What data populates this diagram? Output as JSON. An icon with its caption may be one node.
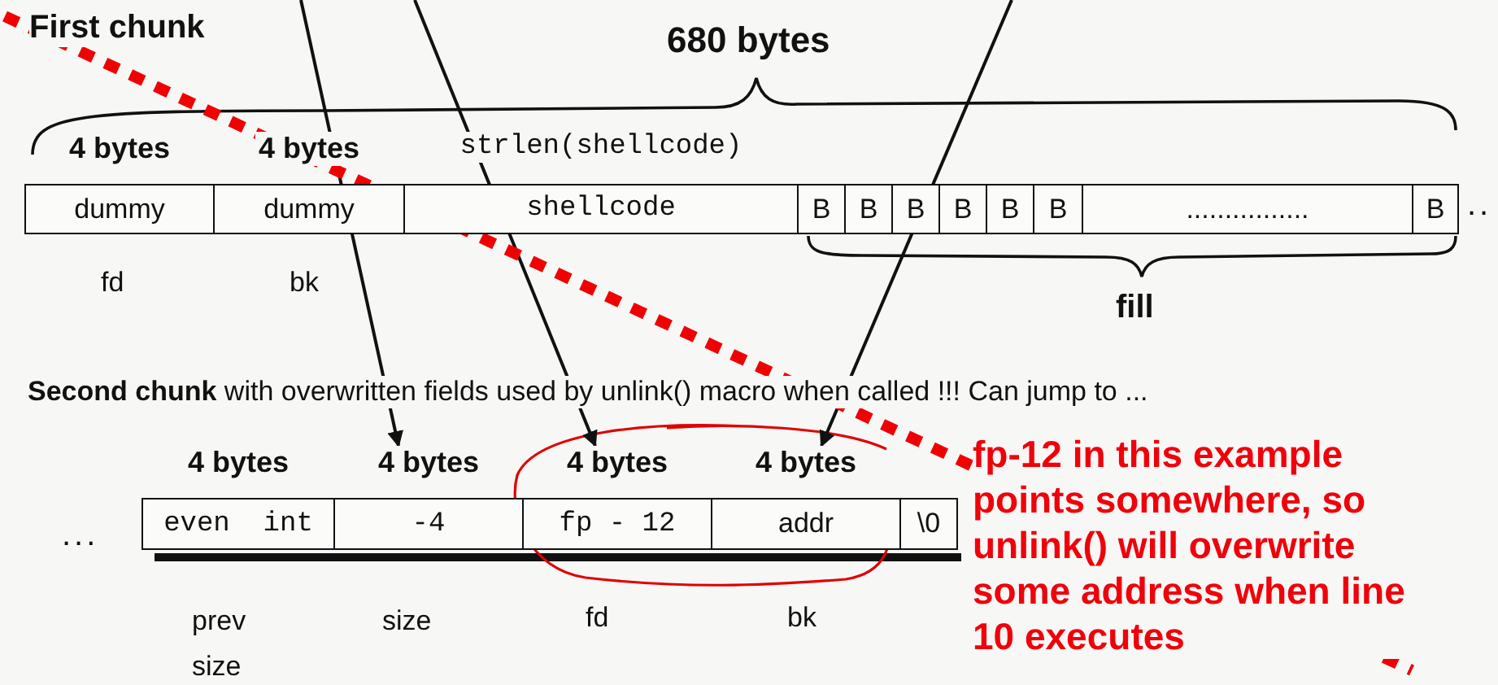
{
  "diagram": {
    "nodes": [
      {
        "text": [
          "4 bytes",
          "dummy"
        ],
        "beside": [
          "fd"
        ]
      },
      {
        "text": [
          "4 bytes",
          "dummy"
        ],
        "beside": [
          "bk"
        ]
      },
      {
        "text": [
          "strlen(shellcode)",
          "shellcode"
        ]
      },
      {
        "text": [
          "B"
        ]
      },
      {
        "text": [
          "B"
        ]
      },
      {
        "text": [
          "B"
        ]
      },
      {
        "text": [
          "B"
        ]
      },
      {
        "text": [
          "B"
        ]
      },
      {
        "text": [
          "B"
        ]
      },
      {
        "text": [
          "................"
        ]
      },
      {
        "text": [
          "B"
        ]
      },
      {
        "text": [
          "4 bytes",
          "even  int"
        ],
        "beside": [
          "prev size"
        ]
      },
      {
        "text": [
          "4 bytes",
          "-4"
        ],
        "beside": [
          "size"
        ]
      },
      {
        "text": [
          "4 bytes",
          "fp - 12"
        ],
        "beside": [
          "fd"
        ]
      },
      {
        "text": [
          "4 bytes",
          "addr"
        ],
        "beside": [
          "bk"
        ]
      },
      {
        "text": [
          "\\0"
        ]
      }
    ],
    "edges": [
      {
        "from": null,
        "to": 12,
        "arrow": "to"
      },
      {
        "from": null,
        "to": 13,
        "arrow": "to"
      },
      {
        "from": null,
        "to": 14,
        "arrow": "to"
      }
    ],
    "labels": [
      "First chunk",
      "680 bytes",
      "..",
      "fill",
      "**Second chunk** with overwritten fields used by unlink() macro when called !!! Can jump to ...",
      "...",
      "fp-12 in this example points somewhere, so unlink() will overwrite some address when line 10 executes"
    ]
  }
}
